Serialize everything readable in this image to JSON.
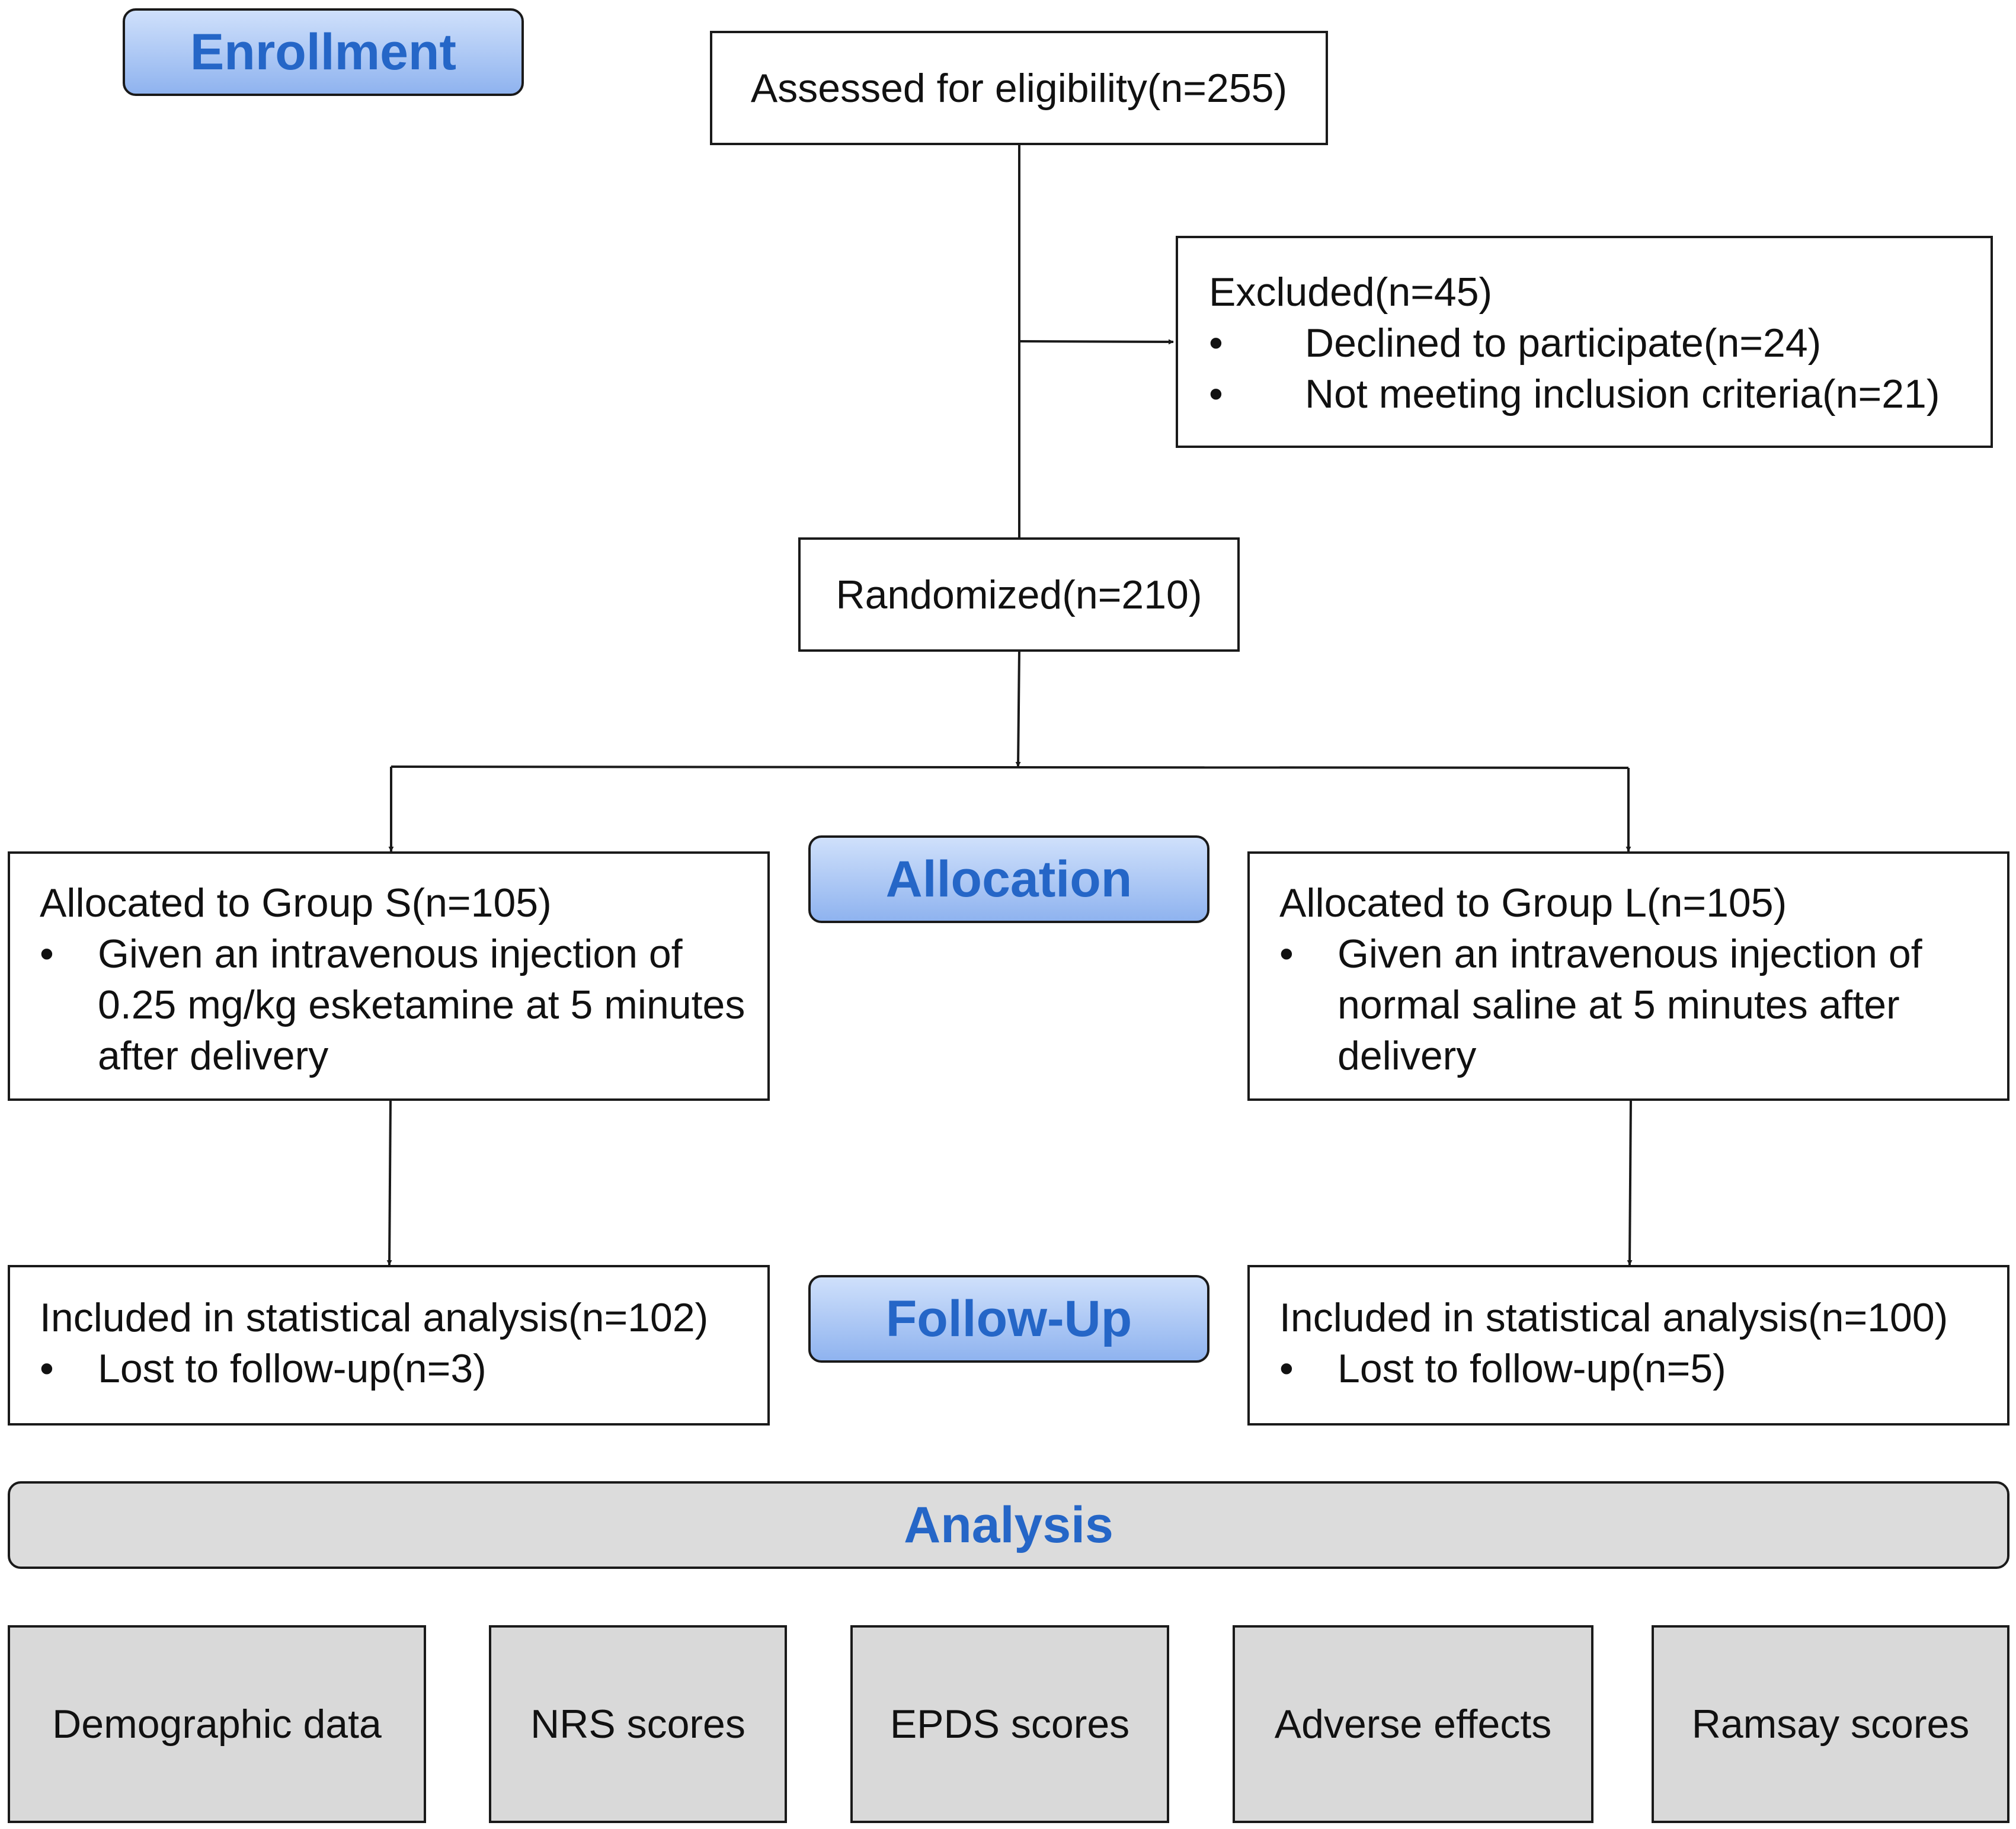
{
  "stages": {
    "enrollment": "Enrollment",
    "allocation": "Allocation",
    "follow_up": "Follow-Up",
    "analysis": "Analysis"
  },
  "assessed": "Assessed for eligibility(n=255)",
  "excluded": {
    "title": "Excluded(n=45)",
    "items": [
      "Declined to participate(n=24)",
      "Not meeting inclusion criteria(n=21)"
    ]
  },
  "randomized": "Randomized(n=210)",
  "group_s": {
    "title": "Allocated to Group S(n=105)",
    "items": [
      "Given an intravenous injection of 0.25 mg/kg esketamine at 5 minutes after delivery"
    ]
  },
  "group_l": {
    "title": "Allocated to Group L(n=105)",
    "items": [
      "Given an intravenous injection of normal saline at 5 minutes after delivery"
    ]
  },
  "followup_s": {
    "title": "Included in statistical analysis(n=102)",
    "items": [
      "Lost to follow-up(n=3)"
    ]
  },
  "followup_l": {
    "title": "Included in statistical analysis(n=100)",
    "items": [
      "Lost to follow-up(n=5)"
    ]
  },
  "outcomes": [
    "Demographic data",
    "NRS scores",
    "EPDS scores",
    "Adverse effects",
    "Ramsay scores"
  ],
  "bullet": "•",
  "colors": {
    "stage_text": "#2566c7",
    "stage_fill": "#8fb3ef",
    "analysis_fill": "#dcdcdc",
    "line": "#1a1a1a"
  }
}
